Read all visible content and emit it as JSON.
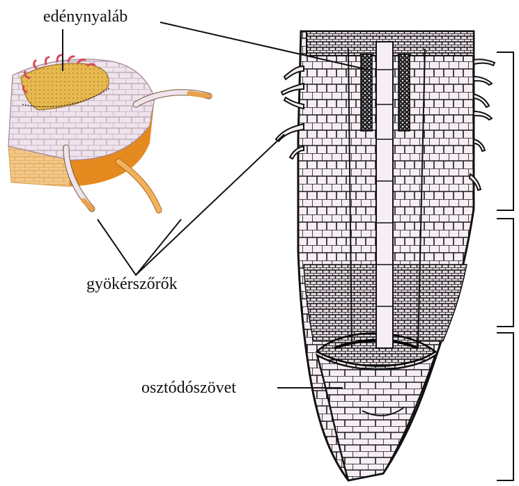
{
  "labels": {
    "vascular_bundle": "edénynyaláb",
    "root_hairs": "gyökérszőrők",
    "meristem": "osztódószövet"
  },
  "colors": {
    "line": "#111111",
    "hair_fill": "#f2e6ee",
    "cell_fill": "#f6eef4",
    "core_fill": "#e6b94f",
    "cross_section_side": "#e58a1e",
    "cross_section_bottom": "#f3c98a",
    "hair_tip": "#e7a24a",
    "red_papillae": "#d44a5a"
  }
}
